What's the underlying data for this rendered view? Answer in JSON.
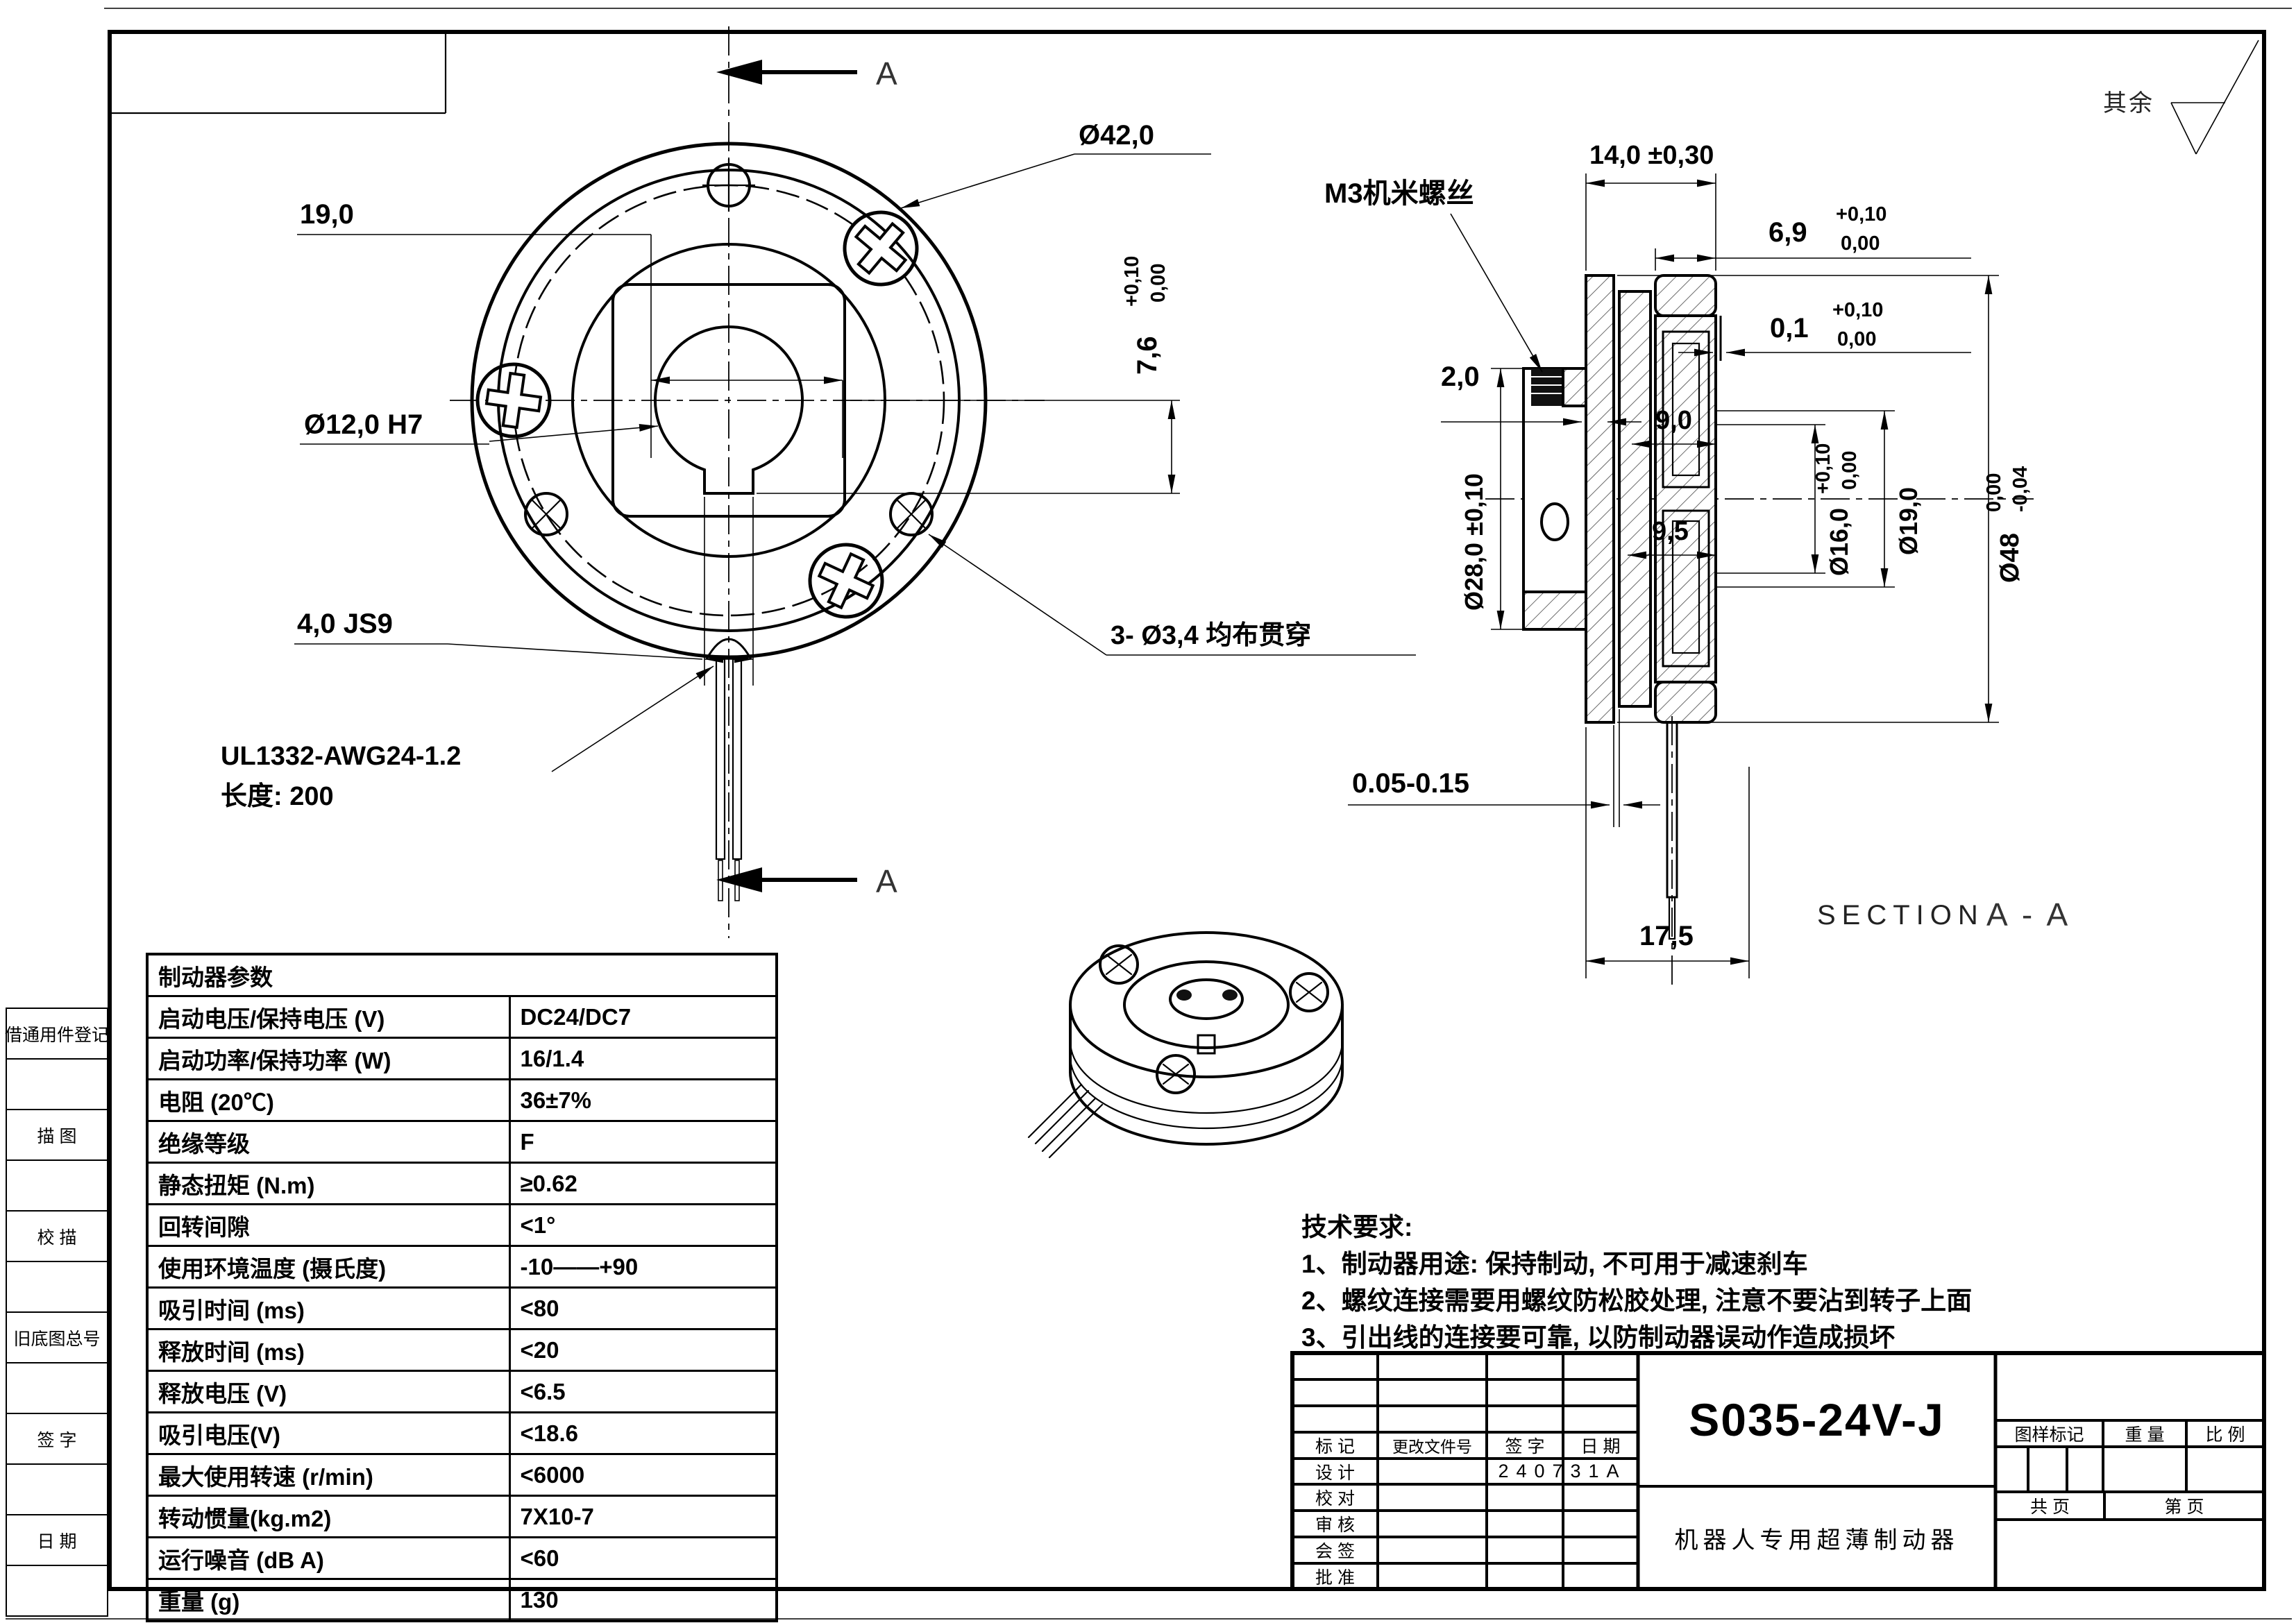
{
  "corner_note": {
    "label": "其余"
  },
  "front_view": {
    "dia_outer": "Ø42,0",
    "dim_19": "19,0",
    "bore": "Ø12,0  H7",
    "keyway": "4,0  JS9",
    "holes": "3-  Ø3,4  均布贯穿",
    "wire_spec": "UL1332-AWG24-1.2",
    "wire_length": "长度: 200",
    "dim_76": "7,6",
    "tol_up": "+0,10",
    "tol_dn": "0,00",
    "section_arrow_label": "A"
  },
  "section_view": {
    "dim_14": "14,0  ±0,30",
    "set_screw": "M3机米螺丝",
    "dim_69": "6,9",
    "dim_69_tol_up": "+0,10",
    "dim_69_tol_dn": "0,00",
    "dim_01": "0,1",
    "dim_01_tol_up": "+0,10",
    "dim_01_tol_dn": "0,00",
    "dim_2": "2,0",
    "dia_28": "Ø28,0 ±0,10",
    "dim_9": "9,0",
    "dim_95": "9,5",
    "dia_16": "Ø16,0",
    "dia_16_tol_up": "+0,10",
    "dia_16_tol_dn": "0,00",
    "dia_19": "Ø19,0",
    "dia_48": "Ø48",
    "dia_48_tol_up": "0,00",
    "dia_48_tol_dn": "-0,04",
    "gap": "0.05-0.15",
    "dim_175": "17,5",
    "title": "SECTION",
    "title_ref": "A - A"
  },
  "params_table": {
    "title": "制动器参数",
    "rows": [
      {
        "label": "启动电压/保持电压 (V)",
        "value": "DC24/DC7"
      },
      {
        "label": "启动功率/保持功率  (W)",
        "value": "16/1.4"
      },
      {
        "label": "电阻 (20℃)",
        "value": "36±7%"
      },
      {
        "label": "绝缘等级",
        "value": "F"
      },
      {
        "label": "静态扭矩 (N.m)",
        "value": "≥0.62"
      },
      {
        "label": "回转间隙",
        "value": "<1°"
      },
      {
        "label": "使用环境温度 (摄氏度)",
        "value": "-10——+90"
      },
      {
        "label": "吸引时间 (ms)",
        "value": "<80"
      },
      {
        "label": "释放时间 (ms)",
        "value": "<20"
      },
      {
        "label": "释放电压 (V)",
        "value": "<6.5"
      },
      {
        "label": "吸引电压(V)",
        "value": "<18.6"
      },
      {
        "label": "最大使用转速 (r/min)",
        "value": "<6000"
      },
      {
        "label": "转动惯量(kg.m2)",
        "value": "7X10-7"
      },
      {
        "label": "运行噪音 (dB A)",
        "value": "<60"
      },
      {
        "label": "重量 (g)",
        "value": "130"
      }
    ]
  },
  "tech_req": {
    "title": "技术要求:",
    "items": [
      "1、制动器用途: 保持制动, 不可用于减速刹车",
      "2、螺纹连接需要用螺纹防松胶处理, 注意不要沾到转子上面",
      "3、引出线的连接要可靠, 以防制动器误动作造成损坏"
    ]
  },
  "margin_labels": [
    "借通用件登记",
    "描  图",
    "校  描",
    "旧底图总号",
    "签  字",
    "日  期"
  ],
  "title_block": {
    "part_number": "S035-24V-J",
    "product_name": "机器人专用超薄制动器",
    "col_headers": [
      "标 记",
      "更改文件号",
      "签 字",
      "日 期"
    ],
    "row_labels": [
      "设 计",
      "校 对",
      "审 核",
      "会 签",
      "批 准"
    ],
    "design_code": "240731A",
    "stamp_headers": [
      "图样标记",
      "重 量",
      "比 例"
    ],
    "pages_total": "共  页",
    "pages_current": "第  页"
  }
}
